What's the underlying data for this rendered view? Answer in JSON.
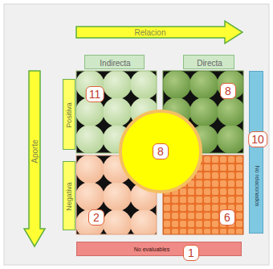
{
  "diagram": {
    "nodes": [
      {
        "text": [
          "Relacion"
        ]
      },
      {
        "text": [
          "Aporte"
        ]
      },
      {
        "text": [
          "Indirecta"
        ]
      },
      {
        "text": [
          "Directa"
        ]
      },
      {
        "text": [
          "Positiva"
        ]
      },
      {
        "text": [
          "Negativa"
        ]
      },
      {
        "text": [
          "11"
        ]
      },
      {
        "text": [
          "8"
        ]
      },
      {
        "text": [
          "2"
        ]
      },
      {
        "text": [
          "6"
        ]
      },
      {
        "text": [
          "8"
        ]
      },
      {
        "text": [
          "No relacionados",
          "10"
        ]
      },
      {
        "text": [
          "No evaluables",
          "1"
        ]
      }
    ]
  }
}
